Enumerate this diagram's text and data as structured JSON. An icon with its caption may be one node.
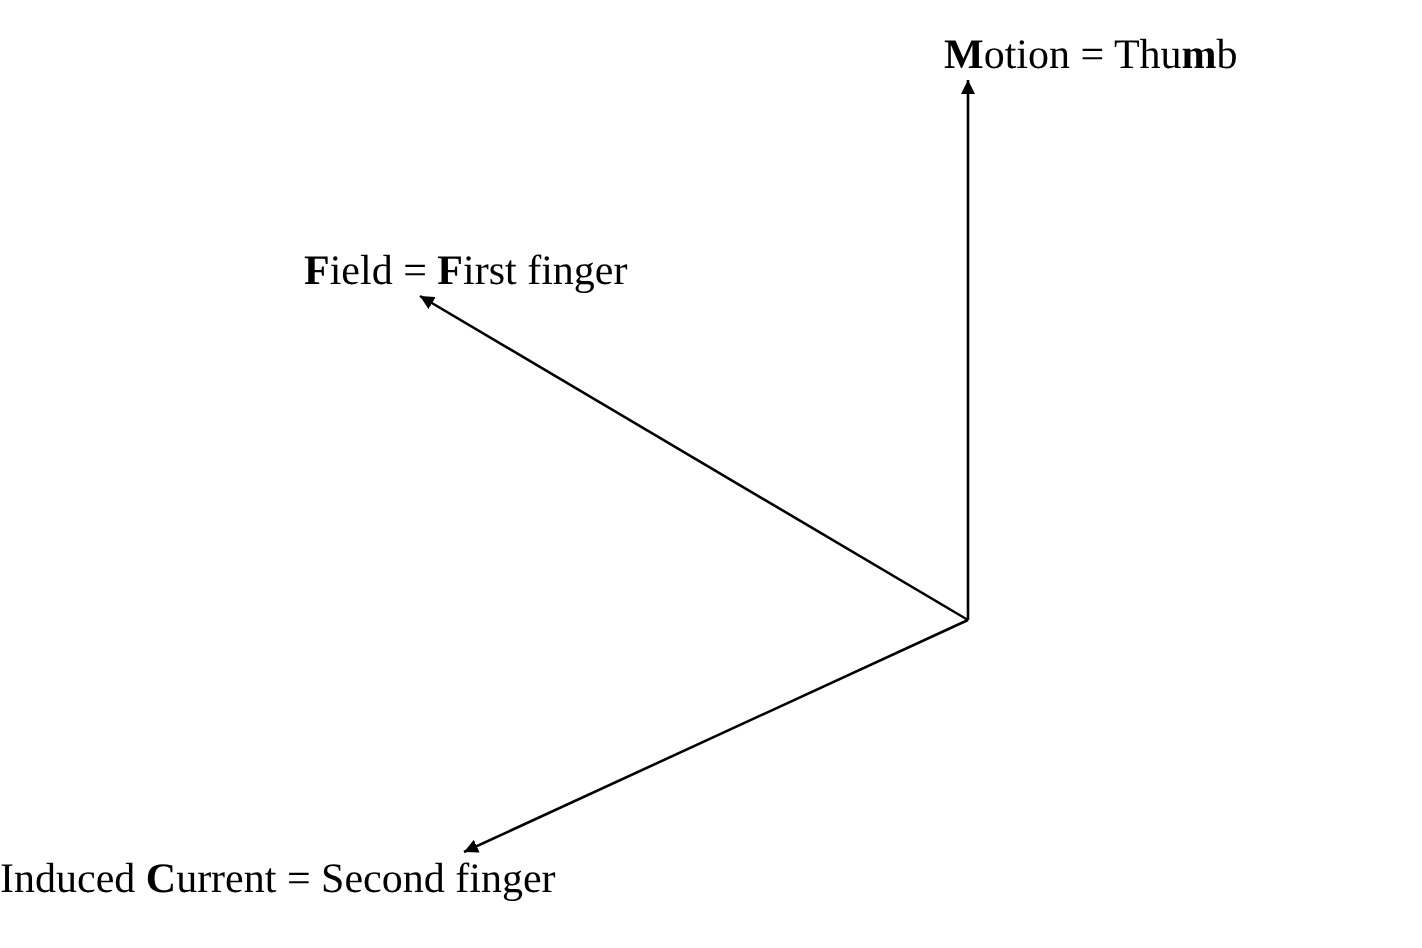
{
  "diagram": {
    "nodes": [
      {
        "text": [
          "**M**otion = Thu**m**b"
        ]
      },
      {
        "text": [
          "**F**ield = **F**irst finger"
        ]
      },
      {
        "text": [
          "Induced **C**urrent = Second finger"
        ]
      }
    ],
    "edges": [
      {
        "from": null,
        "to": 0,
        "arrow": "to"
      },
      {
        "from": null,
        "to": 1,
        "arrow": "to"
      },
      {
        "from": null,
        "to": 2,
        "arrow": "to"
      }
    ]
  }
}
